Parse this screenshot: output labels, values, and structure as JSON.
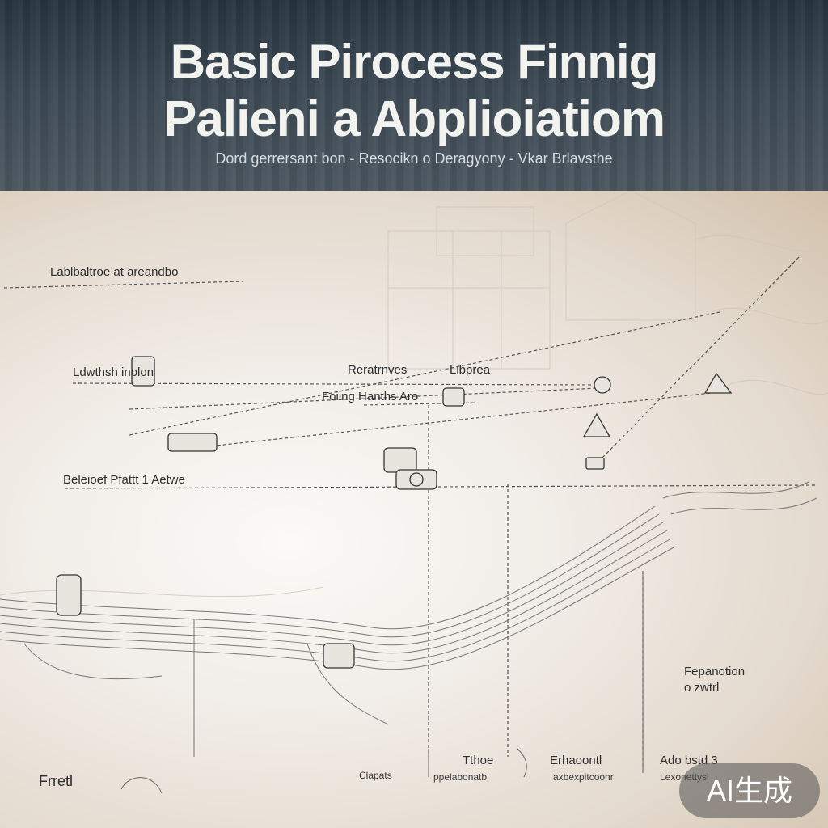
{
  "header": {
    "title_line1": "Basic Pirocess Finnig",
    "title_line2": "Palieni a Abplioiatiom",
    "subtitle": "Dord gerrersant bon  -  Resocikn     o  Deragyony  -  Vkar Brlavsthe"
  },
  "labels": {
    "l1": "Lablbaltroe at areandbo",
    "l2": "Ldwthsh     inolon",
    "l3": "Reratrnves",
    "l4": "Libprea",
    "l5": "Foiing Hanths  Aro",
    "l6": "Beleioef Pfattt 1  Aetwe",
    "l7": "Fepanotion",
    "l8": "o zwtrl",
    "l9": "Frretl",
    "l10": "Clapats",
    "l11": "Tthoe",
    "l12": "ppelabonatb",
    "l13": "Erhaoontl",
    "l14": "axbexpitcoonr",
    "l15": "Ado bstd 3",
    "l16": "Lexonettysl"
  },
  "badge": {
    "text": "AI生成"
  },
  "colors": {
    "header_bg": "#2f3c47",
    "title": "#f2f2ef",
    "line": "#555555",
    "badge_bg": "#5a5a5a"
  }
}
